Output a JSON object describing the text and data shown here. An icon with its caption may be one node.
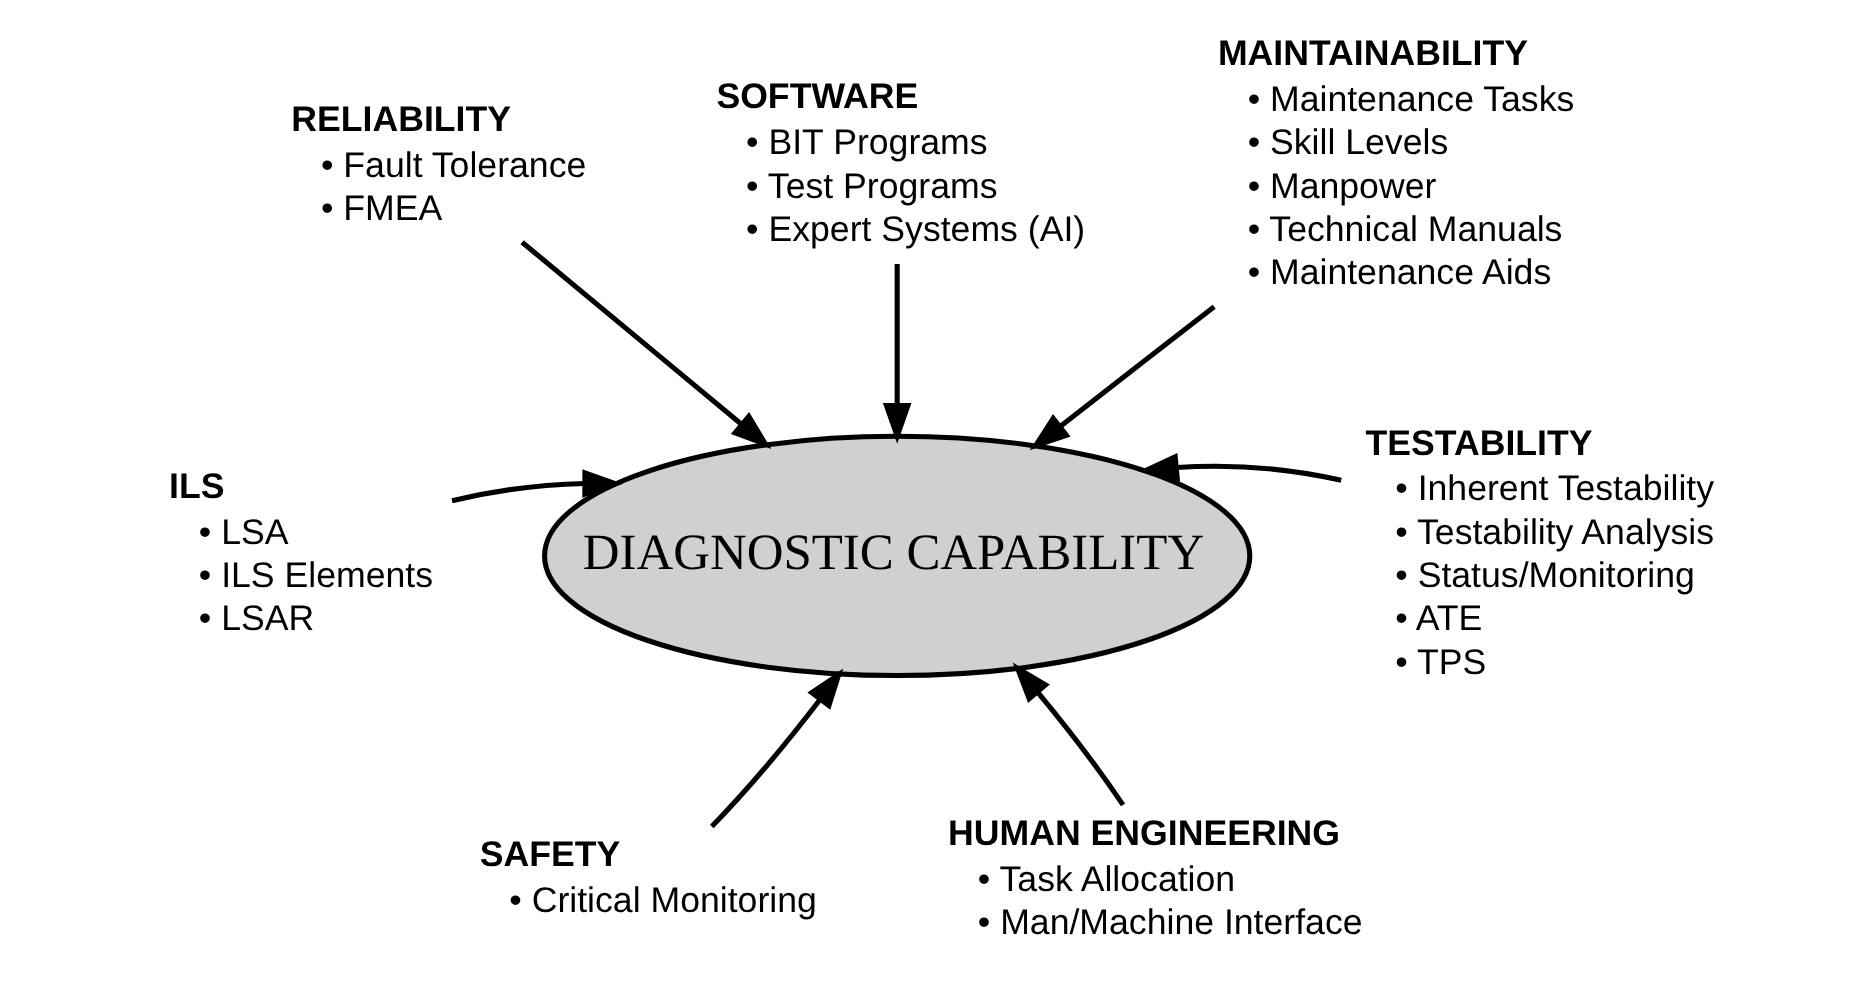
{
  "diagram": {
    "nodes": [
      {
        "text": [
          "SOFTWARE",
          "• BIT Programs",
          "• Test Programs",
          "• Expert Systems (AI)"
        ]
      },
      {
        "text": [
          "RELIABILITY",
          "• Fault Tolerance",
          "• FMEA"
        ]
      },
      {
        "text": [
          "MAINTAINABILITY",
          "• Maintenance Tasks",
          "• Skill Levels",
          "• Manpower",
          "• Technical Manuals",
          "• Maintenance Aids"
        ]
      },
      {
        "text": [
          "ILS",
          "• LSA",
          "• ILS Elements",
          "• LSAR"
        ]
      },
      {
        "text": [
          "DIAGNOSTIC CAPABILITY"
        ]
      },
      {
        "text": [
          "TESTABILITY",
          "• Inherent Testability",
          "• Testability Analysis",
          "• Status/Monitoring",
          "• ATE",
          "• TPS"
        ]
      },
      {
        "text": [
          "SAFETY",
          "• Critical Monitoring"
        ]
      },
      {
        "text": [
          "HUMAN ENGINEERING",
          "• Task Allocation",
          "• Man/Machine Interface"
        ]
      }
    ],
    "edges": [
      {
        "from": 0,
        "to": 4,
        "arrow": "to"
      },
      {
        "from": 1,
        "to": 4,
        "arrow": "to"
      },
      {
        "from": 2,
        "to": 4,
        "arrow": "to"
      },
      {
        "from": 3,
        "to": 4,
        "arrow": "to"
      },
      {
        "from": 5,
        "to": 4,
        "arrow": "to"
      },
      {
        "from": 6,
        "to": 4,
        "arrow": "to"
      },
      {
        "from": 7,
        "to": 4,
        "arrow": "to"
      }
    ]
  }
}
